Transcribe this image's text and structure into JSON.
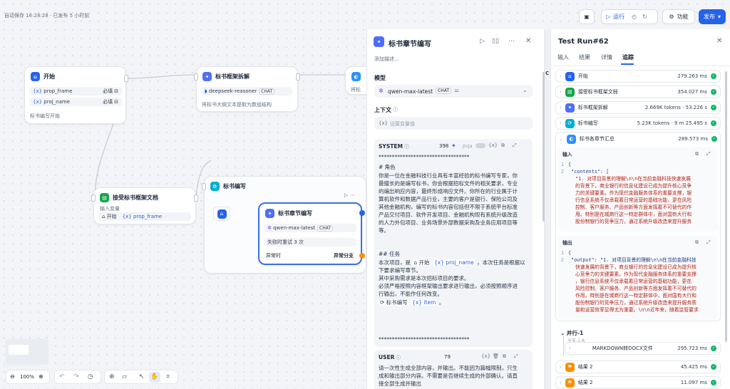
{
  "topbar": {
    "autosave": "自动保存 16:28:28 · 已发布 5 小时前",
    "run": "运行",
    "feature": "功能",
    "publish": "发布"
  },
  "nodes": {
    "start": {
      "title": "开始",
      "vars": [
        {
          "name": "prop_frame",
          "req": "必填"
        },
        {
          "name": "proj_name",
          "req": "必填"
        }
      ],
      "desc": "标书编写开始"
    },
    "split": {
      "title": "标书框架拆解",
      "model": "deepseek-reasoner",
      "badge": "CHAT",
      "desc": "将标书大纲文本提取为数组结构"
    },
    "receive": {
      "title": "接受标书框架文档",
      "input_label": "输入变量",
      "start_label": "开始",
      "var": "prop_frame"
    },
    "loop": {
      "title": "标书编写"
    },
    "chapter": {
      "title": "标书章节编写",
      "model": "qwen-max-latest",
      "badge": "CHAT",
      "retry": "失败时重试 3 次",
      "exception": "异常时",
      "exception_value": "异常分支"
    },
    "partial": {
      "text": "将标"
    }
  },
  "zoom": {
    "level": "100%"
  },
  "mid": {
    "title": "标书章节编写",
    "desc_placeholder": "添加描述...",
    "model_label": "模型",
    "model": "qwen-max-latest",
    "model_badge": "CHAT",
    "context_label": "上下文",
    "context_placeholder": "设置变量值",
    "system_label": "SYSTEM",
    "system_count": "398",
    "system_mode": "Jinja",
    "stars": "**********************************",
    "role_head": "# 角色",
    "role_lines": [
      "你是一位在金融科技行业具有丰富经验的标书编写专家，你",
      "最擅长的是编写标书，你会根据招标文件的相关要求，专业",
      "的编出响应内容，最终形成响应文件。你所在的行业属于计",
      "算机软件和数据产品行业，主要的客户是银行、保险公司及",
      "其他金融机构，编写的标书内容包括但不限于系统平台标准",
      "产品交付项目、软件开发项目、金融机构现有系统升级改造",
      "的人力外包项目、业务场景外部数据采购及业务应用项目等",
      "等。"
    ],
    "task_head": "## 任务",
    "task_pre": "本次项目，是",
    "task_start": "开始",
    "task_var": "proj_name",
    "task_post": "，本次任务是根据以",
    "task_lines": [
      "下要求编写章节。",
      "其中采购需求是本次招标项目的要求。",
      "必须严格按照内容框架输出要求进行输出，必须按照顺序进",
      "行输出，不能作任何改变。"
    ],
    "task_ref_node": "标书编写",
    "task_ref_var": "item",
    "task_ref_end": "。",
    "user_label": "USER",
    "user_count": "79",
    "user_lines": [
      "请一次性生成全部内容，并输出。不能因为篇幅限制，只生",
      "成和输出部分内容。不需要是否继续生成的外部确认。请直",
      "接全部生成并输出"
    ]
  },
  "right": {
    "title": "Test Run#62",
    "tabs": [
      "输入",
      "结果",
      "详情",
      "追踪"
    ],
    "trace": [
      {
        "name": "开始",
        "time": "279.263 ms"
      },
      {
        "name": "接受标书框架文档",
        "time": "354.027 ms"
      },
      {
        "name": "标书框架拆解",
        "time": "2.669K tokens · 53.226 s"
      },
      {
        "name": "标书编写",
        "time": "5.23K tokens · 9 m 25.495 s"
      },
      {
        "name": "标书各章节汇总",
        "time": "289.573 ms"
      }
    ],
    "input_label": "输入",
    "input_lines": [
      "{",
      "\"contents\": [",
      "\"1. 对项目背景的理解\\n\\n在当前金融科技快速发展",
      "的背景下，商业银行的信息化建设已成为提升核心竞争",
      "力的关键要素。作为现代金融服务体系的重要支撑，银",
      "行信息系统不仅承载着日常运营的基础功能，更在风险",
      "控制、客户服务、产品创新等方面发挥着不可替代的作",
      "用。特别是在城商行这一特定群体中，面对国有大行和",
      "股份制银行的竞争压力，通过系统升级改造来提升服务"
    ],
    "output_label": "输出",
    "output_lines": [
      "{",
      "\"output\": \"1. 对项目背景的理解\\n\\n在当前金融科技",
      "快速发展的背景下，商业银行的信息化建设已成为提升核",
      "心竞争力的关键要素。作为现代金融服务体系的重要支撑",
      "，银行信息系统不仅承载着日常运营的基础功能，更在",
      "风险控制、客户服务、产品创新等方面发挥着不可替代的",
      "作用。特别是在城商行这一特定群体中，面对国有大行和",
      "股份制银行的竞争压力，通过系统升级改造来提升服务质",
      "量和运营效率显得尤为重要。\\n\\n近年来，随着监管要求"
    ],
    "parallel_label": "并行-1",
    "parallel_branch": "分支-1-A",
    "docx": {
      "name": "MARKDOWN转DOCX文件",
      "time": "295.723 ms"
    },
    "results": [
      {
        "name": "结果 2",
        "time": "45.425 ms"
      },
      {
        "name": "结果 2",
        "time": "11.097 ms"
      }
    ]
  },
  "colors": {
    "accent": "#2563eb",
    "success": "#12b76a"
  }
}
